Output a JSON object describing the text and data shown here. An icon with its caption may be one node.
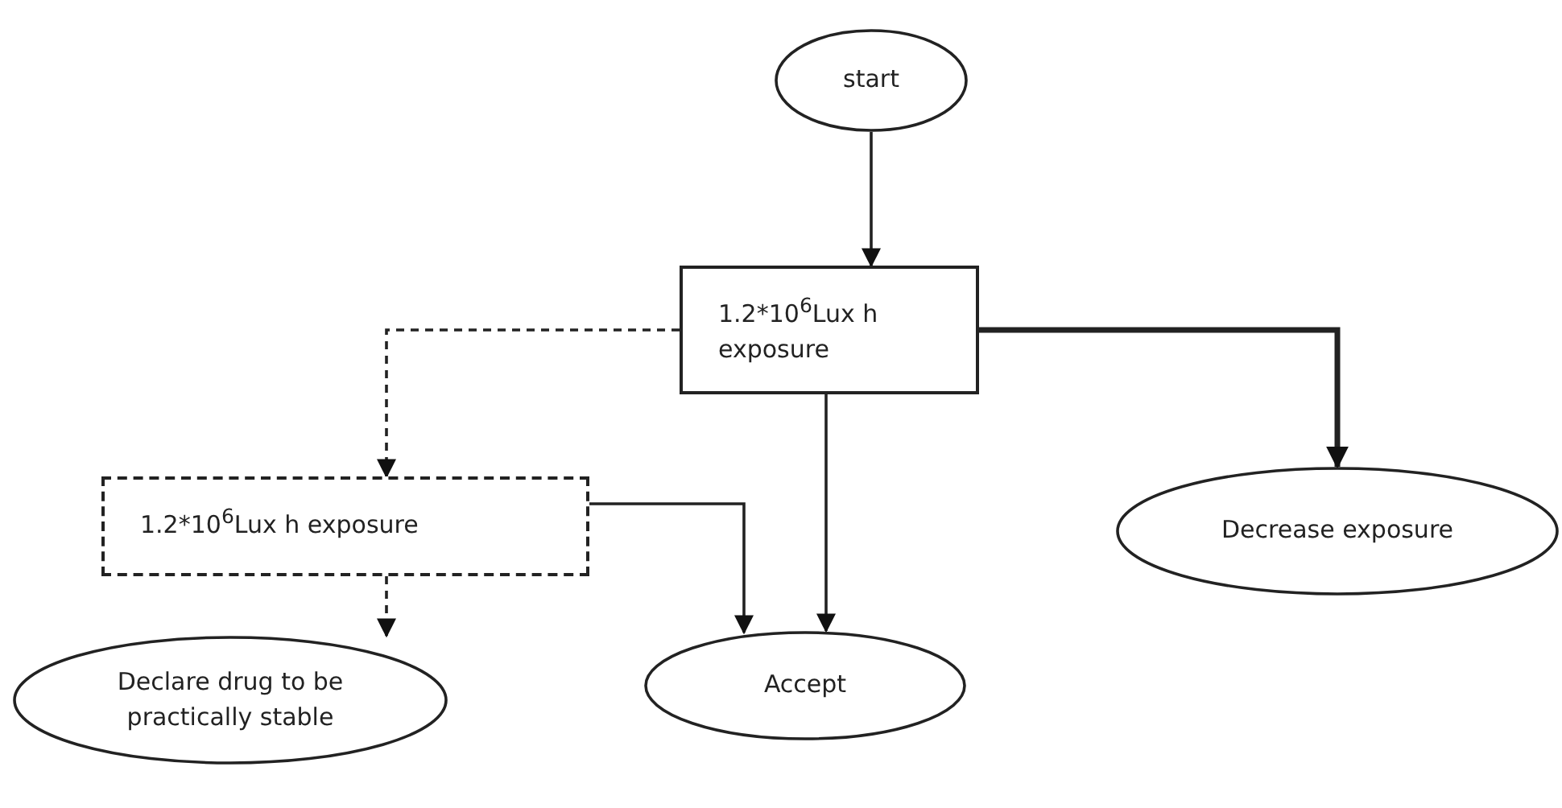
{
  "diagram": {
    "nodes": [
      {
        "text": [
          "start"
        ]
      },
      {
        "text": [
          "1.2*10$^{6}$Lux h exposure"
        ]
      },
      {
        "text": [
          "1.2*10$^{6}$Lux h exposure"
        ]
      },
      {
        "text": [
          "Declare drug to be practically stable"
        ]
      },
      {
        "text": [
          "Accept"
        ]
      },
      {
        "text": [
          "Decrease exposure"
        ]
      }
    ],
    "edges": [
      {
        "from": 0,
        "to": 1,
        "arrow": "to"
      },
      {
        "from": 1,
        "to": 2,
        "arrow": "to",
        "style": "dashed"
      },
      {
        "from": 1,
        "to": 5,
        "arrow": "to",
        "style": "thick"
      },
      {
        "from": 1,
        "to": 4,
        "arrow": "to"
      },
      {
        "from": 2,
        "to": 4,
        "arrow": "to"
      },
      {
        "from": 2,
        "to": 3,
        "arrow": "to",
        "style": "dashed"
      }
    ]
  }
}
